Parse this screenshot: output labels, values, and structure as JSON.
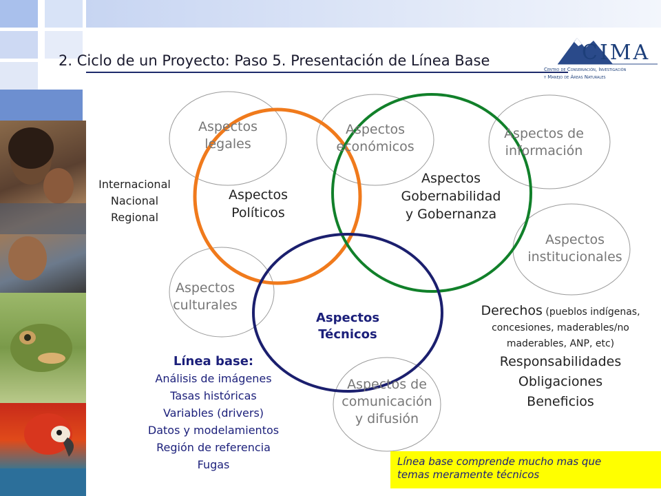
{
  "title": "2. Ciclo de un Proyecto: Paso 5. Presentación de Línea Base",
  "logo": {
    "name": "CIMA",
    "line1": "Centro de Conservación, Investigación",
    "line2": "y Manejo de Áreas Naturales"
  },
  "outer_ellipses": {
    "legales": [
      "Aspectos",
      "legales"
    ],
    "economicos": [
      "Aspectos",
      "económicos"
    ],
    "informacion": [
      "Aspectos de",
      "información"
    ],
    "institucionales": [
      "Aspectos",
      "institucionales"
    ],
    "culturales": [
      "Aspectos",
      "culturales"
    ],
    "comunicacion": [
      "Aspectos de",
      "comunicación",
      "y difusión"
    ]
  },
  "circles": {
    "politicos": [
      "Aspectos",
      "Políticos"
    ],
    "gobernanza": [
      "Aspectos",
      "Gobernabilidad",
      "y Gobernanza"
    ],
    "tecnicos": [
      "Aspectos",
      "Técnicos"
    ]
  },
  "levels": [
    "Internacional",
    "Nacional",
    "Regional"
  ],
  "linea_base": {
    "heading": "Línea base:",
    "items": [
      "Análisis de imágenes",
      "Tasas históricas",
      "Variables (drivers)",
      "Datos y modelamientos",
      "Región de referencia",
      "Fugas"
    ]
  },
  "derechos": {
    "main": "Derechos",
    "detail_1": "(pueblos indígenas,",
    "detail_2": "concesiones, maderables/no",
    "detail_3": "maderables, ANP, etc)",
    "items": [
      "Responsabilidades",
      "Obligaciones",
      "Beneficios"
    ]
  },
  "note": [
    "Línea base comprende mucho mas que",
    "temas meramente técnicos"
  ],
  "colors": {
    "orange": "#f07a1c",
    "green": "#11802a",
    "navy": "#1b1f6e",
    "accent_blue": "#6d8fd0"
  }
}
